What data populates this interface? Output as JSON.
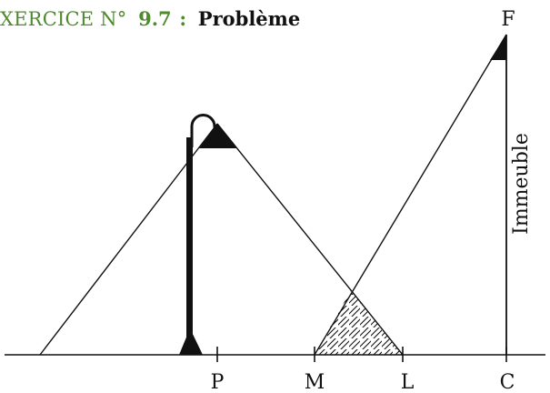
{
  "header": {
    "label": "XERCICE N°",
    "number": "9.7",
    "colon": ":",
    "title": "Problème"
  },
  "diagram": {
    "points": {
      "F": "F",
      "P": "P",
      "M": "M",
      "L": "L",
      "C": "C"
    },
    "building_label": "Immeuble"
  },
  "colors": {
    "header_accent": "#4f8a2c",
    "ink": "#111111",
    "background": "#ffffff"
  }
}
